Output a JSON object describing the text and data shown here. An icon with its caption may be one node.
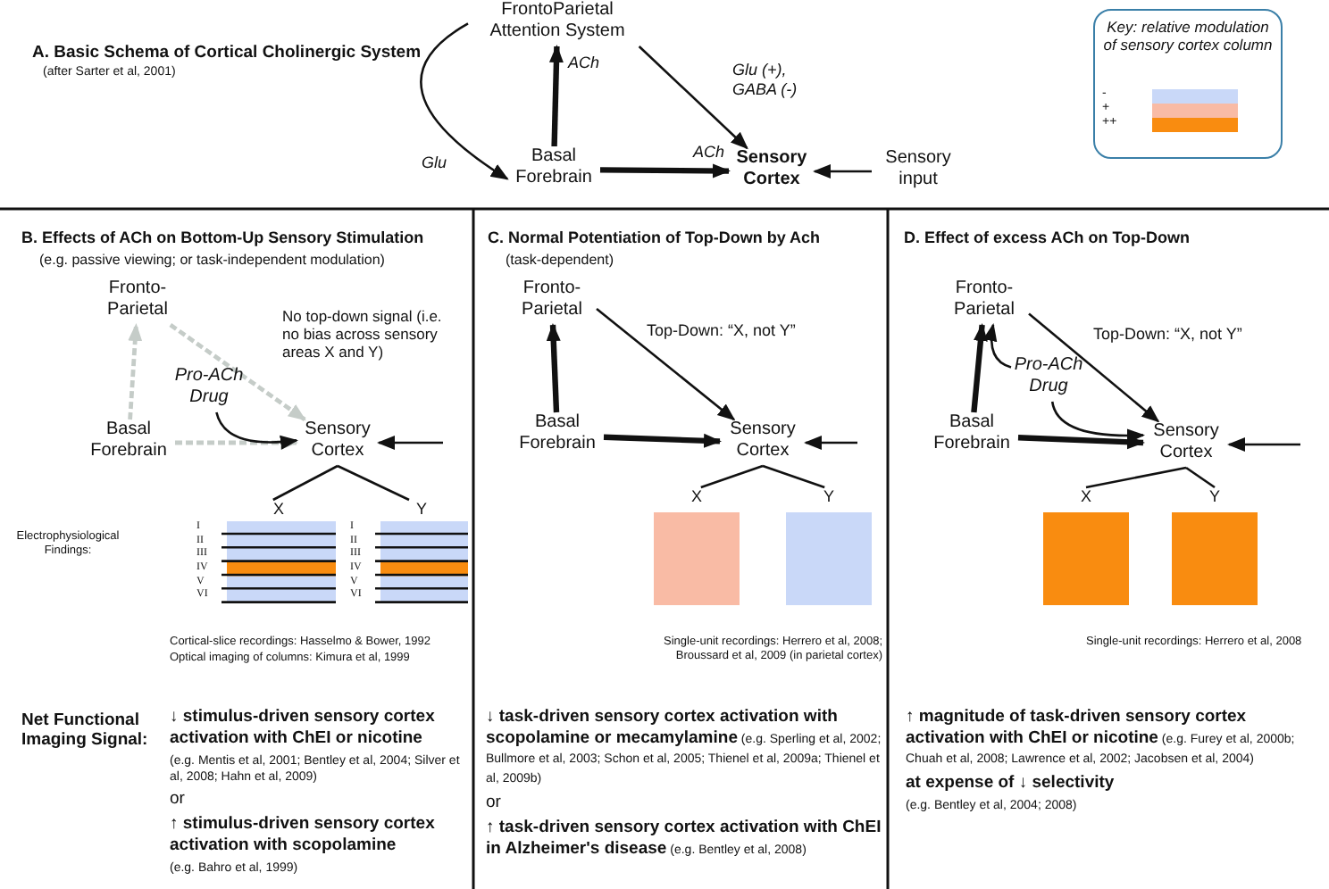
{
  "diagram": {
    "nodes": [
      {
        "text": [
          "FrontoParietal Attention System"
        ]
      },
      {
        "text": [
          "Basal Forebrain"
        ]
      },
      {
        "text": [
          "Sensory Cortex"
        ]
      },
      {
        "text": [
          "Sensory input"
        ]
      },
      {
        "text": [
          "Fronto-Parietal"
        ]
      },
      {
        "text": [
          "Basal Forebrain"
        ]
      },
      {
        "text": [
          "Pro-ACh Drug"
        ]
      },
      {
        "text": [
          "Sensory Cortex"
        ]
      },
      {
        "text": [
          "X"
        ],
        "beside": [
          "I",
          "II",
          "III",
          "IV",
          "V",
          "VI"
        ]
      },
      {
        "text": [
          "Y"
        ],
        "beside": [
          "I",
          "II",
          "III",
          "IV",
          "V",
          "VI"
        ]
      },
      {
        "text": [
          "Fronto-Parietal"
        ]
      },
      {
        "text": [
          "Basal Forebrain"
        ]
      },
      {
        "text": [
          "Sensory Cortex"
        ]
      },
      {
        "text": [
          "X"
        ]
      },
      {
        "text": [
          "Y"
        ]
      },
      {
        "text": [
          "Fronto-Parietal"
        ]
      },
      {
        "text": [
          "Basal Forebrain"
        ]
      },
      {
        "text": [
          "Pro-ACh Drug"
        ]
      },
      {
        "text": [
          "Sensory Cortex"
        ]
      },
      {
        "text": [
          "X"
        ]
      },
      {
        "text": [
          "Y"
        ]
      }
    ],
    "edges": [
      {
        "from": 1,
        "to": 0,
        "arrow": "to",
        "label": "ACh",
        "style": "thick"
      },
      {
        "from": 0,
        "to": 2,
        "arrow": "to",
        "label": "Glu (+), GABA (-)"
      },
      {
        "from": 0,
        "to": 1,
        "arrow": "to",
        "label": "Glu"
      },
      {
        "from": 1,
        "to": 2,
        "arrow": "to",
        "label": "ACh",
        "style": "thick"
      },
      {
        "from": 3,
        "to": 2,
        "arrow": "to"
      },
      {
        "from": 5,
        "to": 4,
        "arrow": "to",
        "style": "dashed",
        "color": "#c5ccc8"
      },
      {
        "from": 4,
        "to": 7,
        "arrow": "to",
        "style": "dashed",
        "color": "#c5ccc8"
      },
      {
        "from": 5,
        "to": 7,
        "arrow": "to",
        "style": "dashed",
        "color": "#c5ccc8"
      },
      {
        "from": 6,
        "to": 7,
        "arrow": "to"
      },
      {
        "from": null,
        "to": 7,
        "arrow": "to"
      },
      {
        "from": 7,
        "to": 8,
        "arrow": "none"
      },
      {
        "from": 7,
        "to": 9,
        "arrow": "none"
      },
      {
        "from": 11,
        "to": 10,
        "arrow": "to",
        "style": "thick"
      },
      {
        "from": 10,
        "to": 12,
        "arrow": "to",
        "label": "Top-Down: “X, not Y”"
      },
      {
        "from": 11,
        "to": 12,
        "arrow": "to",
        "style": "thick"
      },
      {
        "from": null,
        "to": 12,
        "arrow": "to"
      },
      {
        "from": 12,
        "to": 13,
        "arrow": "none"
      },
      {
        "from": 12,
        "to": 14,
        "arrow": "none"
      },
      {
        "from": 16,
        "to": 15,
        "arrow": "to",
        "style": "thick"
      },
      {
        "from": 15,
        "to": 18,
        "arrow": "to",
        "label": "Top-Down: “X, not Y”"
      },
      {
        "from": 17,
        "to": 15,
        "arrow": "to"
      },
      {
        "from": 17,
        "to": 18,
        "arrow": "to"
      },
      {
        "from": 16,
        "to": 18,
        "arrow": "to",
        "style": "thick"
      },
      {
        "from": null,
        "to": 18,
        "arrow": "to"
      },
      {
        "from": 18,
        "to": 19,
        "arrow": "none"
      },
      {
        "from": 18,
        "to": 20,
        "arrow": "none"
      }
    ],
    "labels": [
      "A. Basic Schema of Cortical Cholinergic System",
      "(after Sarter et al, 2001)",
      "Key: relative modulation of sensory cortex column",
      "B. Effects of ACh on Bottom-Up Sensory Stimulation",
      "(e.g. passive viewing; or task-independent modulation)",
      "No top-down signal (i.e. no bias across sensory areas X and Y)",
      "Electrophysiological Findings:",
      "Cortical-slice recordings: Hasselmo & Bower, 1992",
      "Optical imaging of columns: Kimura et al, 1999",
      "Net Functional Imaging Signal:",
      "↓ stimulus-driven sensory cortex activation with ChEI or nicotine",
      "(e.g. Mentis et al, 2001; Bentley et al, 2004; Silver et al, 2008; Hahn et al, 2009)",
      "or",
      "↑ stimulus-driven sensory cortex activation with scopolamine",
      "(e.g. Bahro et al, 1999)",
      "C. Normal Potentiation of Top-Down by Ach",
      "(task-dependent)",
      "Single-unit recordings: Herrero et al, 2008; Broussard et al, 2009 (in parietal cortex)",
      "**↓ task-driven sensory cortex activation with scopolamine or mecamylamine** (e.g. Sperling et al, 2002; Bullmore et al, 2003; Schon et al, 2005; Thienel et al, 2009a; Thienel et al, 2009b)",
      "or",
      "**↑ task-driven sensory cortex activation with ChEI in Alzheimer's disease** (e.g. Bentley et al, 2008)",
      "D. Effect of excess ACh on Top-Down",
      "Single-unit recordings: Herrero et al, 2008",
      "**↑ magnitude of task-driven sensory cortex activation with ChEI or nicotine** (e.g. Furey et al, 2000b; Chuah et al, 2008; Lawrence et al, 2002; Jacobsen et al, 2004)",
      "at expense of ↓ selectivity",
      "(e.g. Bentley et al, 2004; 2008)"
    ],
    "legend": [
      {
        "text": "-",
        "color": "#c9d8f8"
      },
      {
        "text": "+",
        "color": "#f9bba5"
      },
      {
        "text": "++",
        "color": "#f98c10"
      }
    ]
  }
}
